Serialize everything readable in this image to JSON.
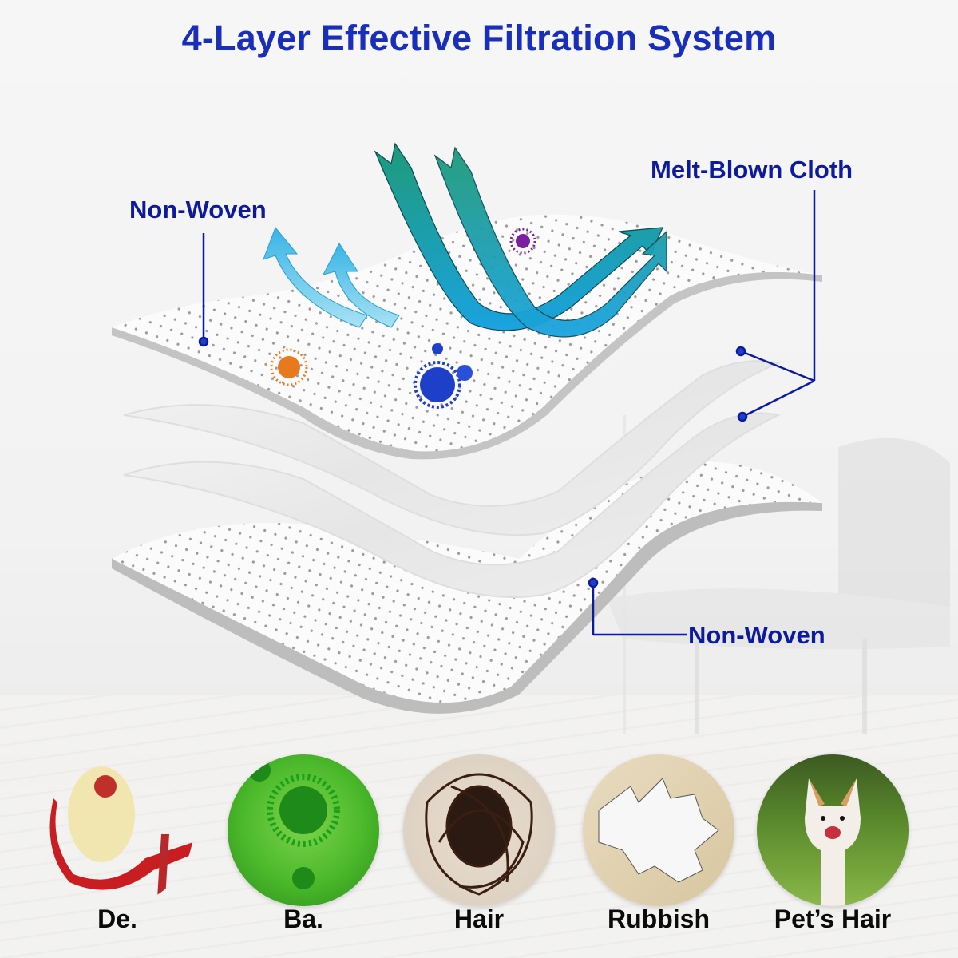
{
  "title": "4-Layer Effective Filtration System",
  "colors": {
    "title": "#1a2fb8",
    "label": "#0d1a9a",
    "leader_line": "#0d1a9a",
    "arrow_green": "#1f9a7a",
    "arrow_blue": "#1aa3e0",
    "arrow_light": "#5cc8e8",
    "layer_edge": "#c8c8c8"
  },
  "layers": {
    "top_label": "Non-Woven",
    "middle_label": "Melt-Blown Cloth",
    "bottom_label": "Non-Woven",
    "count": 4
  },
  "particles": [
    {
      "name": "orange-germ",
      "color": "#e87a1e"
    },
    {
      "name": "blue-virus",
      "color": "#1e3fc8"
    },
    {
      "name": "purple-bacteria",
      "color": "#7a1fa0"
    }
  ],
  "contaminants": [
    {
      "label": "De.",
      "icon": "dander-peel-icon"
    },
    {
      "label": "Ba.",
      "icon": "bacteria-icon"
    },
    {
      "label": "Hair",
      "icon": "hair-icon"
    },
    {
      "label": "Rubbish",
      "icon": "rubbish-icon"
    },
    {
      "label": "Pet’s Hair",
      "icon": "pet-hair-icon"
    }
  ]
}
